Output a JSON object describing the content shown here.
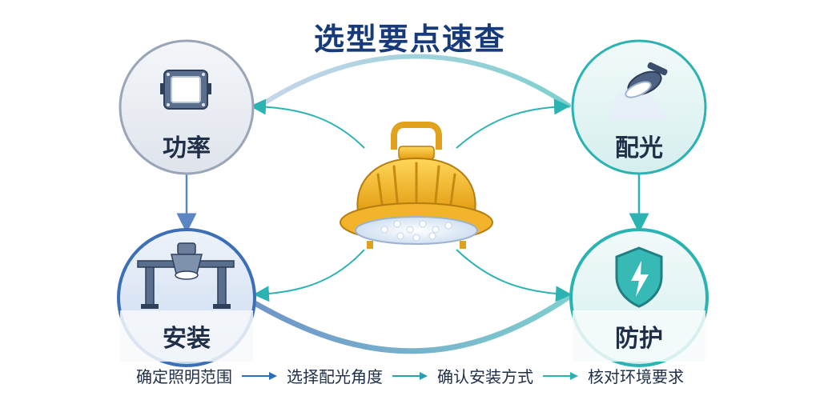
{
  "title": "选型要点速查",
  "nodes": {
    "power": {
      "label": "功率",
      "icon": "led-module-icon"
    },
    "optics": {
      "label": "配光",
      "icon": "floodlight-icon"
    },
    "install": {
      "label": "安装",
      "icon": "mounting-bracket-icon"
    },
    "protection": {
      "label": "防护",
      "icon": "shield-lightning-icon"
    },
    "center": {
      "icon": "explosion-proof-highbay-lamp-icon"
    }
  },
  "steps": [
    "确定照明范围",
    "选择配光角度",
    "确认安装方式",
    "核对环境要求"
  ],
  "colors": {
    "title": "#163a7a",
    "teal": "#2bb3b1",
    "blue": "#3d6fb6",
    "lamp_yellow": "#f3b82e",
    "grey_circle": "#e9edf3",
    "teal_circle": "#e3f4f4",
    "blue_circle": "#dfe8f5"
  }
}
